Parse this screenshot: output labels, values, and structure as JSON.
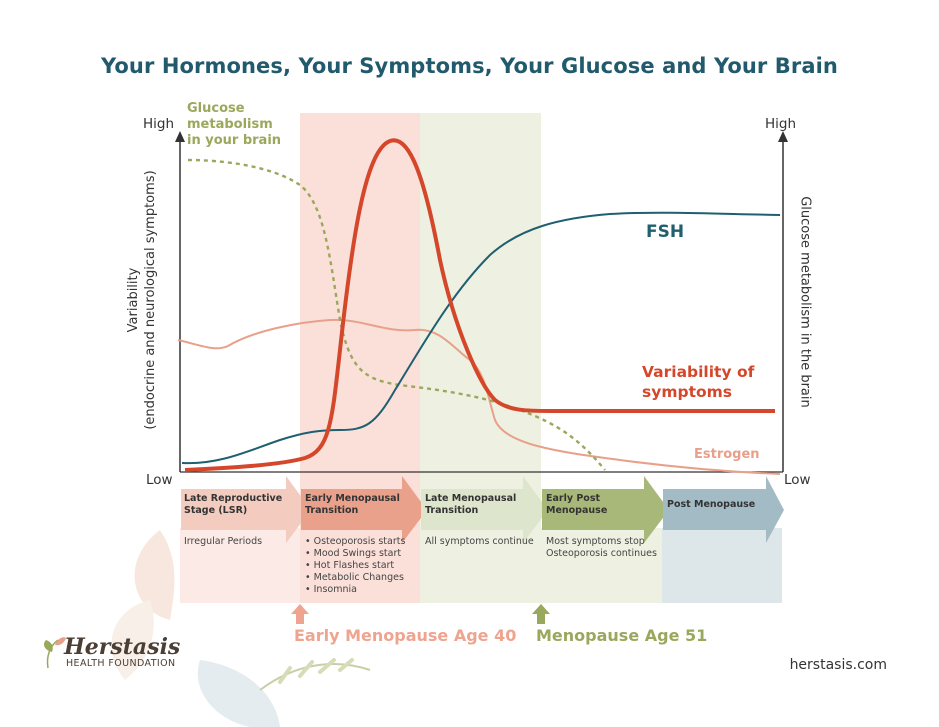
{
  "title": "Your Hormones, Your Symptoms, Your Glucose and Your Brain",
  "axes": {
    "left_high": "High",
    "left_low": "Low",
    "right_high": "High",
    "right_low": "Low",
    "left_label_line1": "Variability",
    "left_label_line2": "(endocrine and neurological symptoms)",
    "right_label": "Glucose metabolism in the brain"
  },
  "series_labels": {
    "glucose_line1": "Glucose",
    "glucose_line2": "metabolism",
    "glucose_line3": "in your brain",
    "fsh": "FSH",
    "variability_line1": "Variability of",
    "variability_line2": "symptoms",
    "estrogen": "Estrogen"
  },
  "stages": [
    {
      "label_line1": "Late Reproductive",
      "label_line2": "Stage (LSR)",
      "desc": "Irregular Periods"
    },
    {
      "label_line1": "Early Menopausal",
      "label_line2": "Transition",
      "desc": "• Osteoporosis starts\n• Mood Swings start\n• Hot Flashes start\n• Metabolic Changes\n• Insomnia"
    },
    {
      "label_line1": "Late Menopausal",
      "label_line2": "Transition",
      "desc": "All symptoms continue"
    },
    {
      "label_line1": "Early Post",
      "label_line2": "Menopause",
      "desc": "Most symptoms stop\nOsteoporosis continues"
    },
    {
      "label_line1": "Post Menopause",
      "label_line2": "",
      "desc": ""
    }
  ],
  "markers": {
    "early": "Early Menopause Age 40",
    "menopause": "Menopause Age 51"
  },
  "colors": {
    "title": "#215a6c",
    "fsh": "#1f5f70",
    "variability": "#d5472a",
    "estrogen": "#e8a08a",
    "glucose": "#9aa85c",
    "band_early": "#fbe0da",
    "band_late": "#eef1e2"
  },
  "brand": {
    "name": "Herstasis",
    "sub": "HEALTH FOUNDATION",
    "url": "herstasis.com"
  }
}
